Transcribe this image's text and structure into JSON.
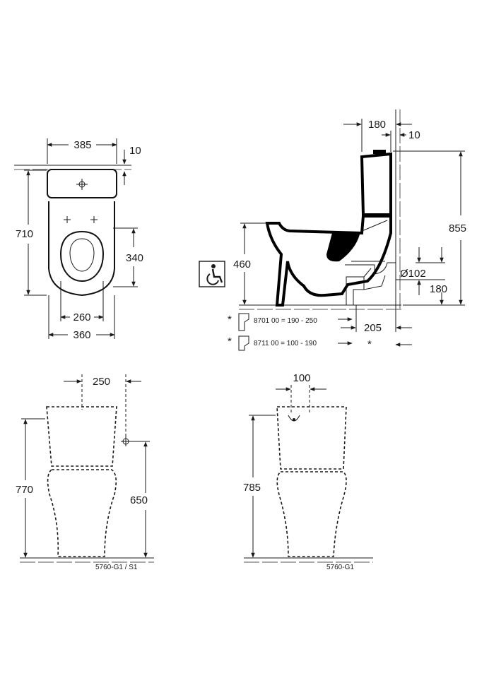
{
  "top_view": {
    "width_top": "385",
    "wall_gap": "10",
    "depth": "710",
    "seat_depth": "340",
    "inner_width": "260",
    "outer_width": "360"
  },
  "side_view": {
    "tank_depth": "180",
    "wall_gap": "10",
    "total_height": "855",
    "rim_height": "460",
    "outlet_diameter": "Ø102",
    "outlet_height": "180",
    "outlet_distance": "205",
    "note_1_mark": "*",
    "note_1_text": "8701 00 = 190 - 250",
    "note_2_mark": "*",
    "note_2_text": "8711 00 = 100 - 190",
    "note_3_mark": "*",
    "accessibility_icon": "wheelchair-icon"
  },
  "front_view_left": {
    "spacing": "250",
    "height": "770",
    "connection_height": "650",
    "code": "5760-G1 / S1"
  },
  "front_view_right": {
    "spacing": "100",
    "height": "785",
    "code": "5760-G1"
  }
}
